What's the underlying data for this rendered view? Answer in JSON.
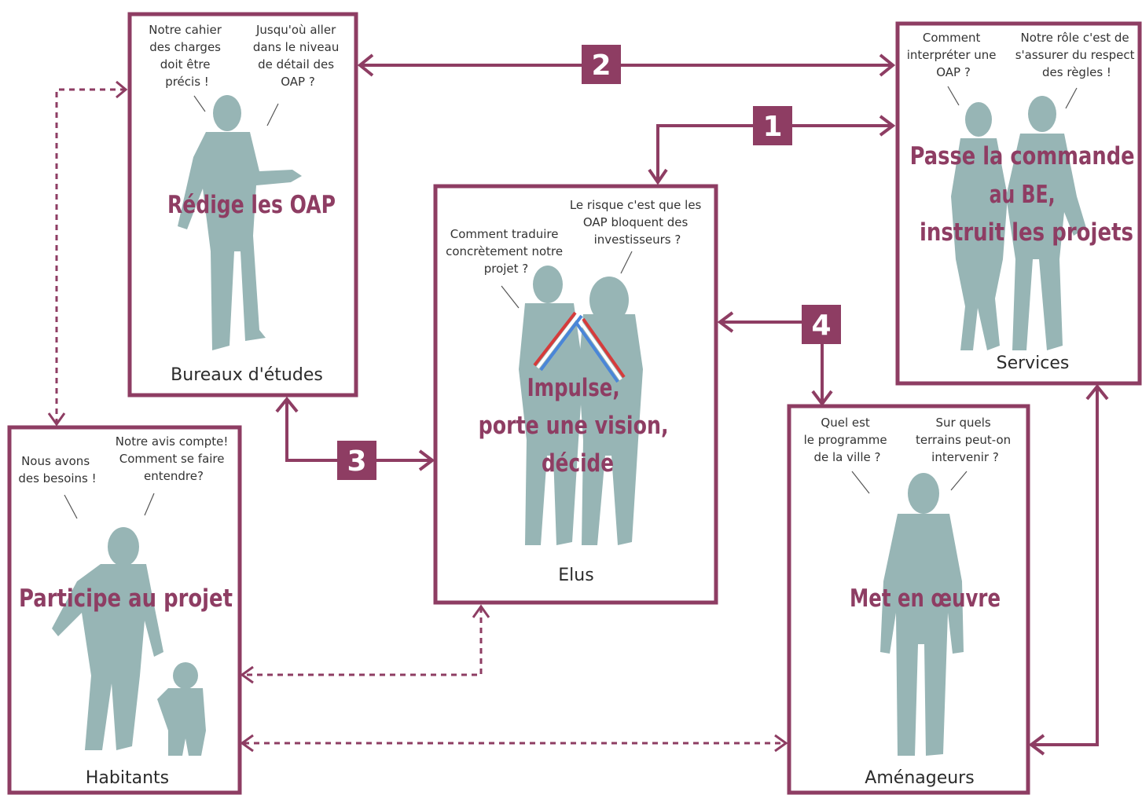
{
  "colors": {
    "accent": "#8e3d63",
    "silhouette": "#97b5b5",
    "sash_red": "#d63b3b",
    "sash_blue": "#4a86d8"
  },
  "steps": [
    "1",
    "2",
    "3",
    "4"
  ],
  "actors": {
    "bureaux": {
      "name": "Bureaux d'études",
      "role": [
        "Rédige les OAP"
      ],
      "bubbles": [
        [
          "Notre cahier",
          "des charges",
          "doit être",
          "précis !"
        ],
        [
          "Jusqu'où aller",
          "dans le niveau",
          "de détail des",
          "OAP ?"
        ]
      ]
    },
    "services": {
      "name": "Services",
      "role": [
        "Passe la commande",
        "au BE,",
        "instruit les projets"
      ],
      "bubbles": [
        [
          "Comment",
          "interpréter une",
          "OAP ?"
        ],
        [
          "Notre rôle c'est de",
          "s'assurer du respect",
          "des règles !"
        ]
      ]
    },
    "elus": {
      "name": "Elus",
      "role": [
        "Impulse,",
        "porte une vision,",
        "décide"
      ],
      "bubbles": [
        [
          "Comment traduire",
          "concrètement notre",
          "projet ?"
        ],
        [
          "Le risque c'est que les",
          "OAP bloquent des",
          "investisseurs ?"
        ]
      ]
    },
    "habitants": {
      "name": "Habitants",
      "role": [
        "Participe au projet"
      ],
      "bubbles": [
        [
          "Nous avons",
          "des besoins !"
        ],
        [
          "Notre avis compte!",
          "Comment se faire",
          "entendre?"
        ]
      ]
    },
    "amenageurs": {
      "name": "Aménageurs",
      "role": [
        "Met en œuvre"
      ],
      "bubbles": [
        [
          "Quel est",
          "le programme",
          "de la ville ?"
        ],
        [
          "Sur quels",
          "terrains peut-on",
          "intervenir ?"
        ]
      ]
    }
  }
}
